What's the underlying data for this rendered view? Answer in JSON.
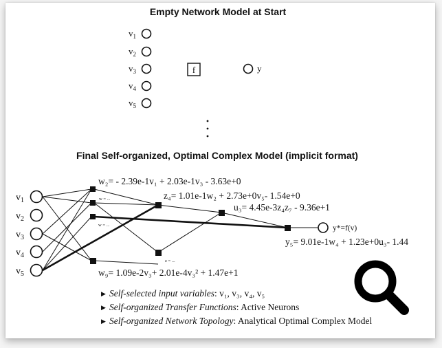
{
  "title_top": "Empty Network Model at Start",
  "title_bottom": "Final Self-organized, Optimal Complex Model (implicit format)",
  "empty_model": {
    "inputs": [
      {
        "name": "v",
        "sub": "1"
      },
      {
        "name": "v",
        "sub": "2"
      },
      {
        "name": "v",
        "sub": "3"
      },
      {
        "name": "v",
        "sub": "4"
      },
      {
        "name": "v",
        "sub": "5"
      }
    ],
    "function_label": "f",
    "output_label": "y",
    "ellipsis": "⋮"
  },
  "network": {
    "inputs": [
      {
        "name": "v",
        "sub": "1"
      },
      {
        "name": "v",
        "sub": "2"
      },
      {
        "name": "v",
        "sub": "3"
      },
      {
        "name": "v",
        "sub": "4"
      },
      {
        "name": "v",
        "sub": "5"
      }
    ],
    "small_labels": {
      "w_a": "w = ...",
      "w_b": "w = ...",
      "z_bottom": "z = ..."
    },
    "equations": {
      "w2": "w₂=  - 2.39e-1v₁ + 2.03e-1v₃ - 3.63e+0",
      "z4": "z₄=  1.01e-1w₂ + 2.73e+0v₅- 1.54e+0",
      "u3": "u₃=  4.45e-3z₄z₇ - 9.36e+1",
      "output": "y*=f(v)",
      "y5": "y₅=  9.01e-1w₄ + 1.23e+0u₃- 1.44",
      "w9": "w₉=  1.09e-2v₃+  2.01e-4v₃² + 1.47e+1"
    }
  },
  "bullets": [
    {
      "italic": "Self-selected input variables",
      "rest": ": v₁, v₃, v₄, v₅"
    },
    {
      "italic": "Self-organized Transfer Functions",
      "rest": ": Active Neurons"
    },
    {
      "italic": "Self-organized Network Topology",
      "rest": ": Analytical Optimal Complex Model"
    }
  ],
  "icons": {
    "zoom": "magnifier-icon",
    "bullet": "triangle-bullet-icon"
  },
  "colors": {
    "ink": "#111111",
    "background": "#ffffff"
  }
}
